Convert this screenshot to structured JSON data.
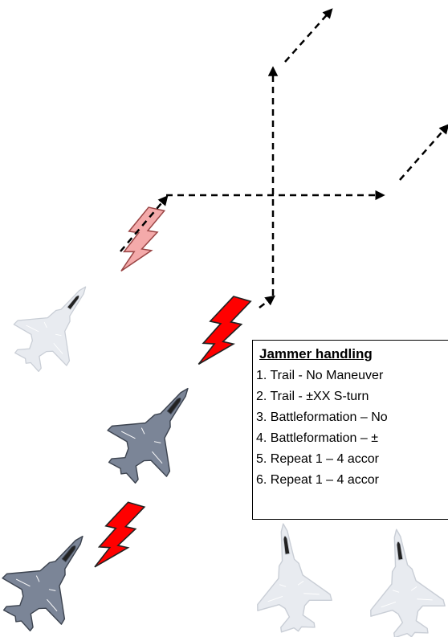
{
  "colors": {
    "jammer_strong": "#ff0000",
    "jammer_faint": "#f4aaaa",
    "jet_dark": "#7b8597",
    "jet_faint": "#e6e9ee",
    "arrow": "#000000"
  },
  "icons": {
    "jet": "fighter-jet-icon",
    "jammer": "lightning-bolt-icon",
    "arrow": "dashed-arrow"
  },
  "legend": {
    "title": "Jammer handling",
    "items": [
      "1. Trail - No Maneuver",
      "2. Trail - ±XX S-turn",
      "3. Battleformation – No",
      "4. Battleformation – ±",
      "5. Repeat 1 – 4 accor",
      "6. Repeat 1 – 4 accor"
    ]
  }
}
